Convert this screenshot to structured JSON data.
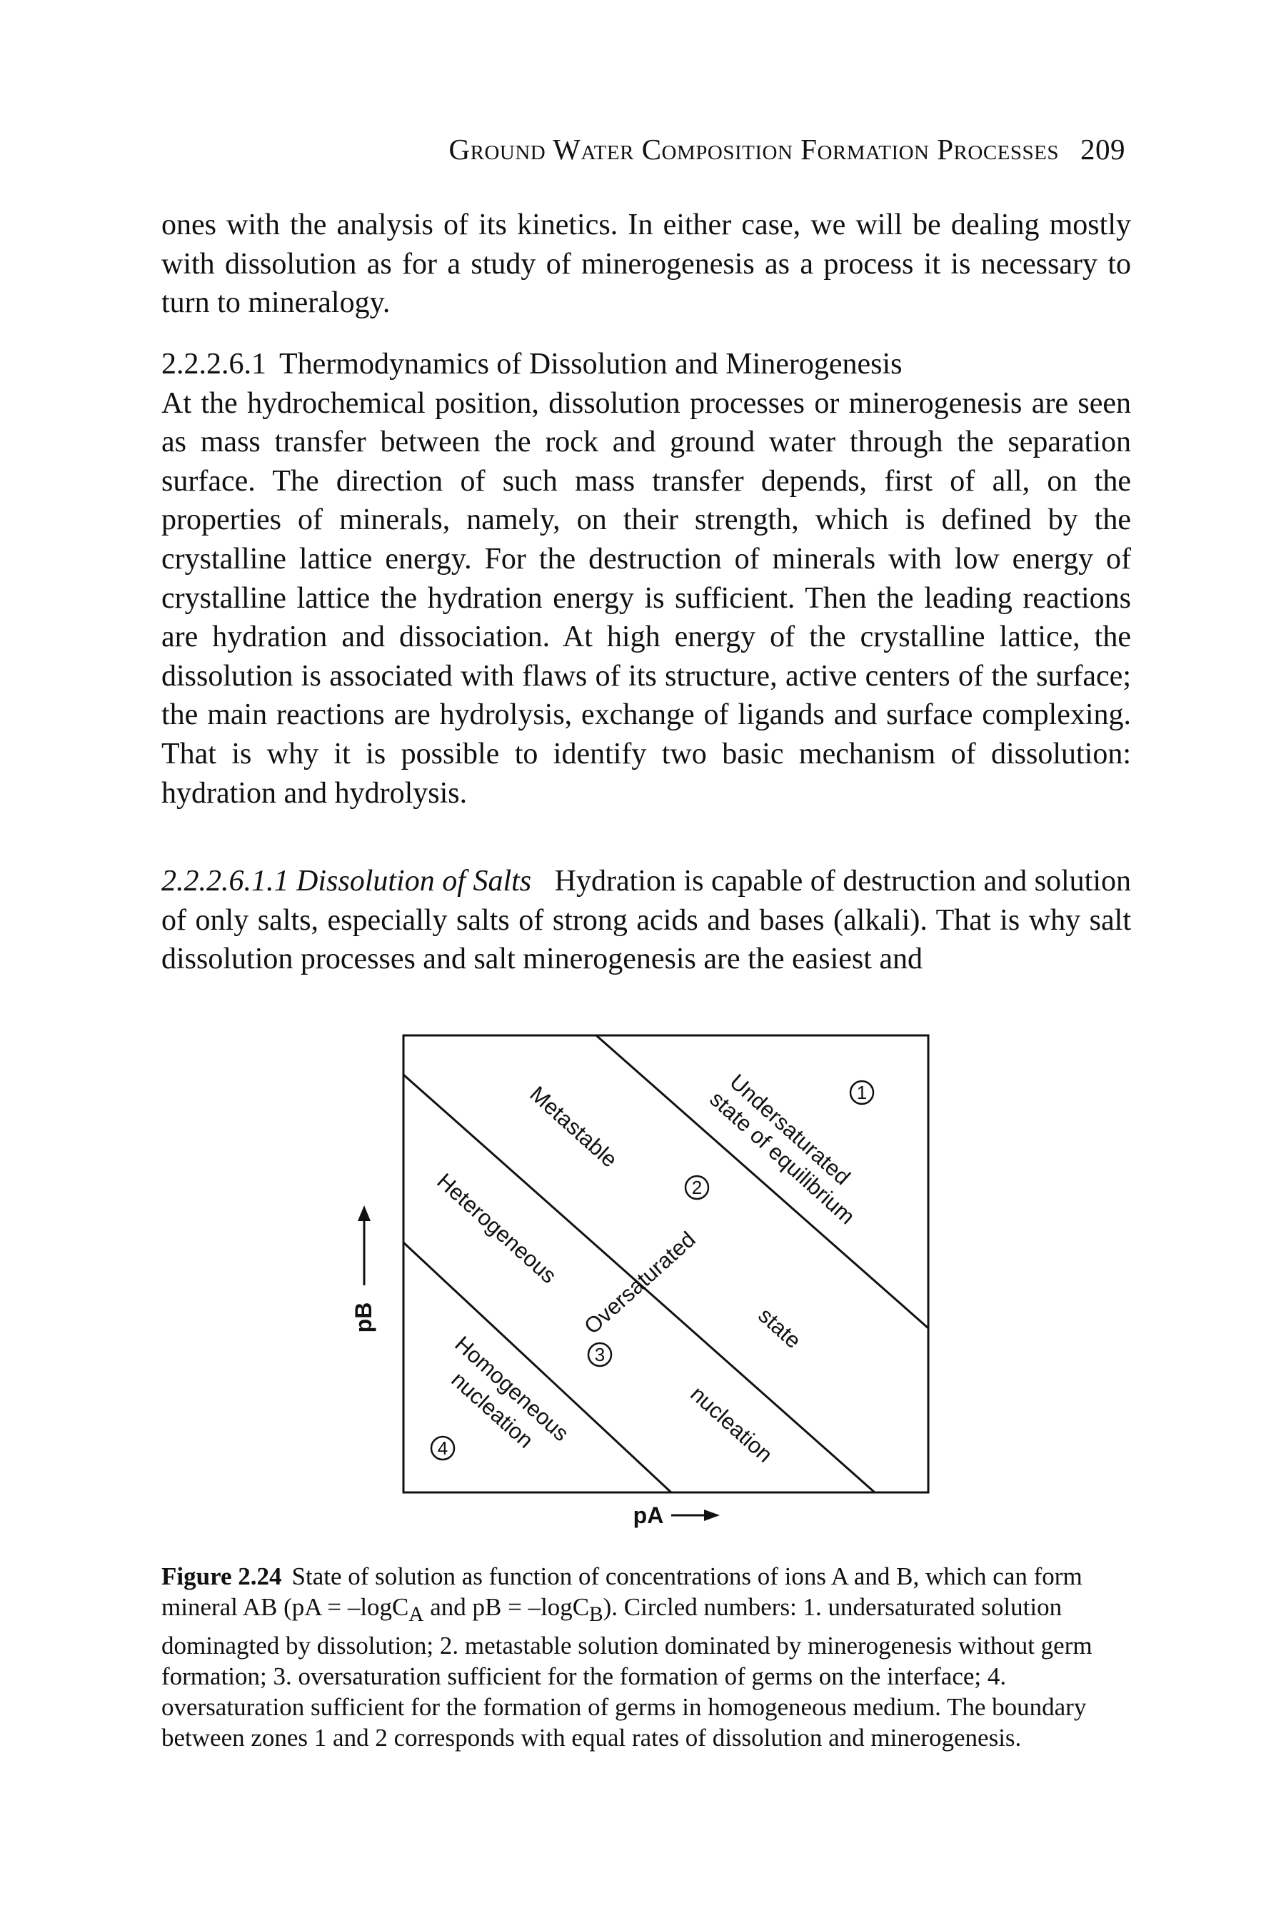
{
  "header": {
    "running_title": "Ground Water Composition Formation Processes",
    "page_number": "209"
  },
  "body": {
    "para1": "ones with the analysis of its kinetics. In either case, we will be dealing mostly with dissolution as for a study of minerogenesis as a process it is necessary to turn to mineralogy.",
    "section_number": "2.2.2.6.1",
    "section_title": "Thermodynamics of Dissolution and Minerogenesis",
    "para2": "At the hydrochemical position, dissolution processes or minerogenesis are seen as mass transfer between the rock and ground water through the separation surface. The direction of such mass transfer depends, first of all, on the properties of minerals, namely, on their strength, which is defined by the crystalline lattice energy. For the destruction of minerals with low energy of crystalline lattice the hydration energy is sufficient. Then the leading reactions are hydration and dissociation. At high energy of the crystalline lattice, the dissolution is associated with flaws of its structure, active centers of the surface; the main reactions are hydrolysis, exchange of ligands and surface complexing. That is why it is possible to identify two basic mechanism of dissolution: hydration and hydrolysis.",
    "subsection_number": "2.2.2.6.1.1",
    "subsection_title": "Dissolution of Salts",
    "para3": "Hydration is capable of destruction and solution of only salts, especially salts of strong acids and bases (alkali). That is why salt dissolution processes and salt minerogenesis are the easiest and"
  },
  "figure": {
    "x_axis_label": "pA",
    "y_axis_label": "pB",
    "zone_labels": {
      "undersaturated": "Undersaturated",
      "state_of_equilibrium": "state of equilibrium",
      "metastable": "Metastable",
      "heterogeneous": "Heterogeneous",
      "oversaturated": "Oversaturated",
      "state": "state",
      "nucleation": "nucleation",
      "homogeneous": "Homogeneous",
      "nucleation2": "nucleation"
    },
    "circled_numbers": [
      "1",
      "2",
      "3",
      "4"
    ]
  },
  "caption": {
    "label": "Figure 2.24",
    "text_part1": "State of solution as function of concentrations of ions A and B, which can form mineral AB (pA = –logC",
    "sub_a": "A",
    "text_part2": " and pB = –logC",
    "sub_b": "B",
    "text_part3": "). Circled numbers: 1. undersaturated solution dominagted by dissolution; 2. metastable solution dominated by minerogenesis without germ formation; 3. oversaturation sufficient for the formation of germs on the interface; 4. oversaturation sufficient for the formation of germs in homogeneous medium. The boundary between zones 1 and 2 corresponds with equal rates of dissolution and minerogenesis."
  }
}
